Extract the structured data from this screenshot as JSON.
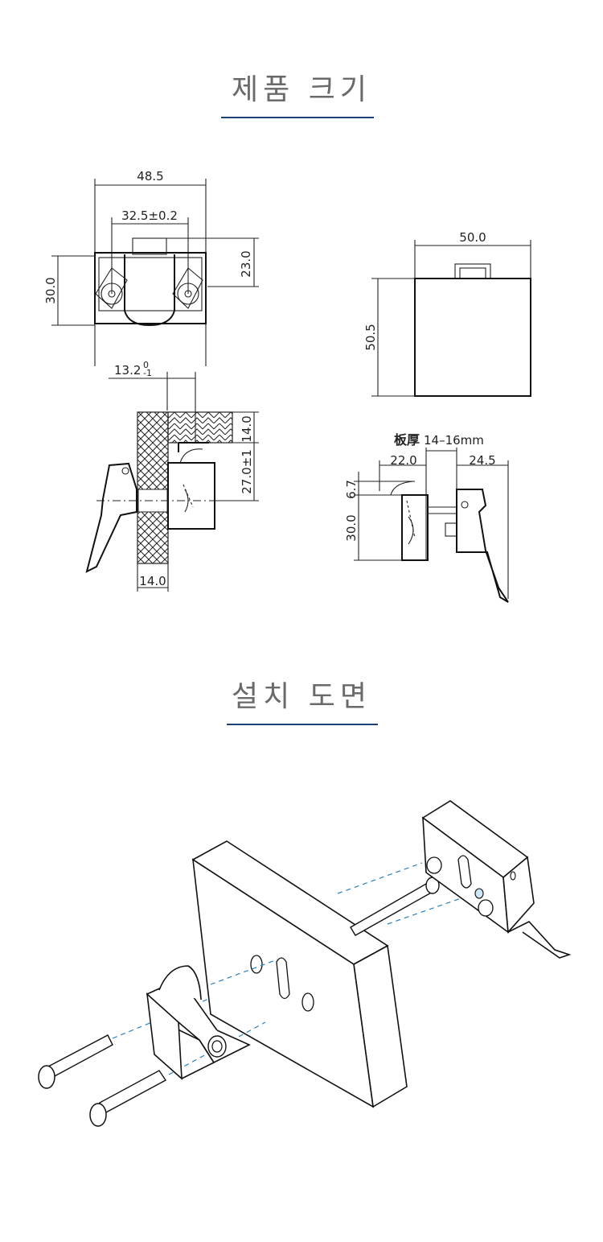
{
  "sections": {
    "size_title": "제품 크기",
    "install_title": "설치 도면"
  },
  "dims": {
    "top_width": "48.5",
    "hole_pitch": "32.5±0.2",
    "left_height": "30.0",
    "right_height": "23.0",
    "side_width": "50.0",
    "side_height": "50.5",
    "offset": "13.2",
    "offset_sup": "0",
    "offset_sub": "-1",
    "panel_thick_right": "14.0",
    "latch_height": "27.0±1",
    "panel_thick_bottom": "14.0",
    "board_label": "板厚",
    "board_range": "14–16mm",
    "left_depth": "22.0",
    "right_depth": "24.5",
    "top_offset": "6.7",
    "body_height": "30.0"
  }
}
